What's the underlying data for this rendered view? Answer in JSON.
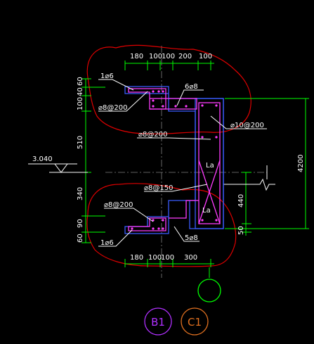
{
  "dims_top": [
    "180",
    "100",
    "100",
    "200",
    "100"
  ],
  "dims_bottom": [
    "180",
    "100",
    "100",
    "300"
  ],
  "dims_left": [
    "60",
    "40",
    "100",
    "510",
    "340",
    "90",
    "60"
  ],
  "dims_right": [
    "440",
    "50"
  ],
  "dim_overall": "4200",
  "elevation": "3.040",
  "labels": {
    "top_1d6": "1⌀6",
    "top_stirrup": "⌀8@200",
    "top_bars": "6⌀8",
    "col_stirrup": "⌀10@200",
    "mid_stirrup": "⌀8@200",
    "lower_stirrup_150": "⌀8@150",
    "lower_stirrup_200": "⌀8@200",
    "bot_1d6": "1⌀6",
    "bot_bars": "5⌀8",
    "la_top": "La",
    "la_bot": "La"
  },
  "axis_bubbles": {
    "main": "",
    "b1": "B1",
    "c1": "C1"
  },
  "colors": {
    "background": "#000000",
    "dimension": "#00ff00",
    "outline": "#3a5cff",
    "rebar": "#ff3cff",
    "cloud": "#e00000",
    "b1": "#b030ff",
    "c1": "#e07020"
  }
}
